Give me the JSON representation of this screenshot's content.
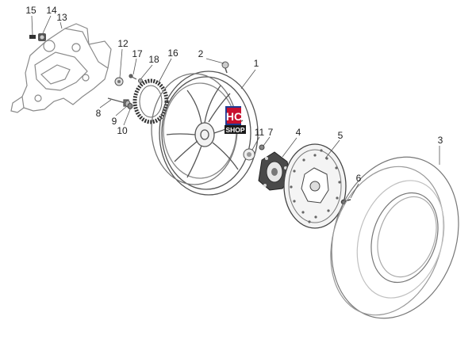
{
  "diagram": {
    "part_numbers": {
      "p1": "1",
      "p2": "2",
      "p3": "3",
      "p4": "4",
      "p5": "5",
      "p6": "6",
      "p7": "7",
      "p8": "8",
      "p9": "9",
      "p10": "10",
      "p11": "11",
      "p12": "12",
      "p13": "13",
      "p14": "14",
      "p15": "15",
      "p16": "16",
      "p17": "17",
      "p18": "18"
    },
    "watermark": {
      "line1": "HC",
      "line2": "SHOP"
    }
  },
  "colors": {
    "line_art": "#555555",
    "light_line": "#9a9a9a",
    "callout_text": "#222222",
    "logo_red": "#c8102e",
    "logo_dark": "#1a1a1a",
    "logo_blue": "#1f3a93"
  }
}
